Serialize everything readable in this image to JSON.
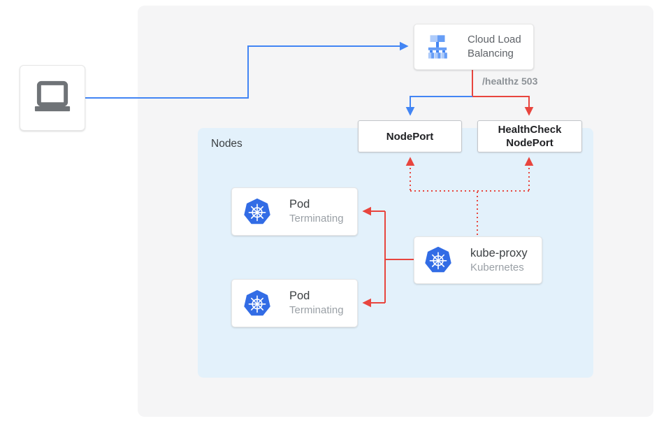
{
  "diagram": {
    "client": {
      "icon": "laptop-icon"
    },
    "load_balancer": {
      "label": "Cloud Load Balancing",
      "icon": "cloud-load-balancing-icon"
    },
    "health_probe": {
      "label": "/healthz 503"
    },
    "nodes": {
      "label": "Nodes",
      "nodeport": {
        "label": "NodePort"
      },
      "healthcheck_nodeport": {
        "line1": "HealthCheck",
        "line2": "NodePort"
      },
      "pods": [
        {
          "title": "Pod",
          "status": "Terminating",
          "icon": "kubernetes-icon"
        },
        {
          "title": "Pod",
          "status": "Terminating",
          "icon": "kubernetes-icon"
        }
      ],
      "kube_proxy": {
        "title": "kube-proxy",
        "subtitle": "Kubernetes",
        "icon": "kubernetes-icon"
      }
    }
  },
  "colors": {
    "blue_arrow": "#4285f4",
    "red_arrow": "#e8453e",
    "outer_bg": "#f5f5f6",
    "nodes_bg": "#e3f1fb",
    "k8s_blue": "#326ce5",
    "lb_light": "#aecbfa",
    "lb_mid": "#669df6",
    "lb_dark": "#4285f4",
    "laptop_gray": "#6f7377",
    "text_dark": "#202124",
    "text_body": "#3c4043",
    "text_gray": "#9aa0a6"
  }
}
